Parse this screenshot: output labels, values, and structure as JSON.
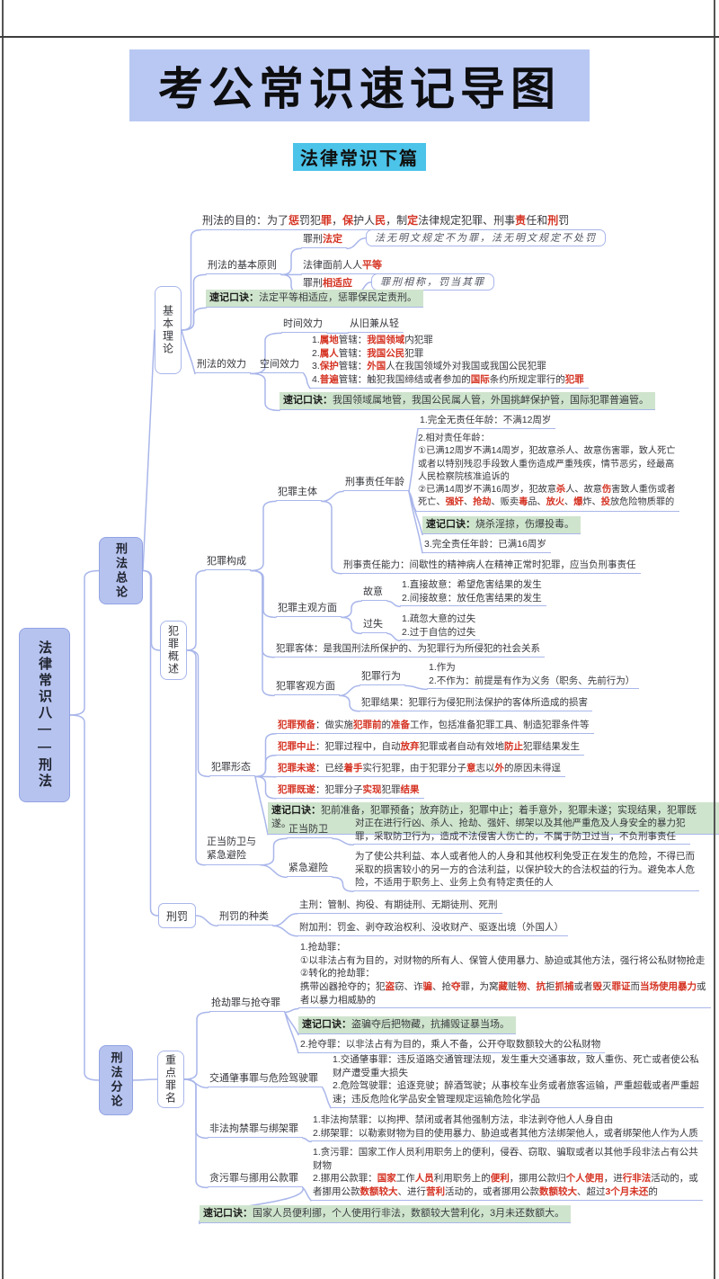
{
  "header": {
    "title": "考公常识速记导图",
    "subtitle": "法律常识下篇"
  },
  "colors": {
    "title_bg": "#b9c8f3",
    "subtitle_bg": "#4cc3e8",
    "node_fill": "#b6c3ef",
    "branch_line": "#a9b6ea",
    "mnemonic_bg": "#cfe4cd",
    "highlight_red": "#d53222"
  },
  "boxes": {
    "root": "法律常识八——刑法",
    "general": "刑法总论",
    "special": "刑法分论",
    "basic-theory": "基本理论",
    "crime-overview": "犯罪概述",
    "penalty": "刑罚",
    "key-crimes": "重点罪名"
  },
  "nodes": {
    "node-purpose": [
      {
        "t": "刑法的目的：为了"
      },
      {
        "t": "惩",
        "r": 1
      },
      {
        "t": "罚犯"
      },
      {
        "t": "罪",
        "r": 1
      },
      {
        "t": "，"
      },
      {
        "t": "保",
        "r": 1
      },
      {
        "t": "护人"
      },
      {
        "t": "民",
        "r": 1
      },
      {
        "t": "，制"
      },
      {
        "t": "定",
        "r": 1
      },
      {
        "t": "法律规定犯罪、刑事"
      },
      {
        "t": "责",
        "r": 1
      },
      {
        "t": "任和"
      },
      {
        "t": "刑",
        "r": 1
      },
      {
        "t": "罚"
      }
    ],
    "node-basic-principles": [
      {
        "t": "刑法的基本原则"
      }
    ],
    "node-legality-principle": [
      {
        "t": "罪刑"
      },
      {
        "t": "法定",
        "r": 1
      }
    ],
    "quote-legality": [
      {
        "t": "法无明文规定不为罪，法无明文规定不处罚"
      }
    ],
    "node-equality-principle": [
      {
        "t": "法律面前人人"
      },
      {
        "t": "平等",
        "r": 1
      }
    ],
    "node-proportionality-principle": [
      {
        "t": "罪刑"
      },
      {
        "t": "相适应",
        "r": 1
      }
    ],
    "quote-proportionality": [
      {
        "t": "罪刑相称，罚当其罪"
      }
    ],
    "mnemonic-principles": [
      {
        "t": "速记口诀：",
        "b": 1
      },
      {
        "t": "法定平等相适应，惩罪保民定责刑。"
      }
    ],
    "node-time-effect": [
      {
        "t": "时间效力"
      }
    ],
    "node-old-lenient": [
      {
        "t": "从旧兼从轻"
      }
    ],
    "node-effect-of-law": [
      {
        "t": "刑法的效力"
      }
    ],
    "node-space-effect": [
      {
        "t": "空间效力"
      }
    ],
    "list-jurisdiction": [
      {
        "t": "1."
      },
      {
        "t": "属地",
        "r": 1
      },
      {
        "t": "管辖："
      },
      {
        "t": "我国领域",
        "r": 1
      },
      {
        "t": "内犯罪\n2."
      },
      {
        "t": "属人",
        "r": 1
      },
      {
        "t": "管辖："
      },
      {
        "t": "我国公民",
        "r": 1
      },
      {
        "t": "犯罪\n3."
      },
      {
        "t": "保护",
        "r": 1
      },
      {
        "t": "管辖："
      },
      {
        "t": "外国",
        "r": 1
      },
      {
        "t": "人在我国领域外对我国或我国公民犯罪\n4."
      },
      {
        "t": "普遍",
        "r": 1
      },
      {
        "t": "管辖：触犯我国缔结或者参加的"
      },
      {
        "t": "国际",
        "r": 1
      },
      {
        "t": "条约所规定罪行的"
      },
      {
        "t": "犯罪",
        "r": 1
      }
    ],
    "mnemonic-jurisdiction": [
      {
        "t": "速记口诀：",
        "b": 1
      },
      {
        "t": "我国领域属地管，我国公民属人管，外国挑衅保护管，国际犯罪普遍管。"
      }
    ],
    "node-age-none": [
      {
        "t": "1.完全无责任年龄：不满12周岁"
      }
    ],
    "block-age-relative": [
      {
        "t": "2.相对责任年龄：\n①已满12周岁不满14周岁，犯故意杀人、故意伤害罪，致人死亡\n或者以特别残忍手段致人重伤造成严重残疾，情节恶劣，经最高\n人民检察院核准追诉的\n②已满14周岁不满16周岁，犯故意"
      },
      {
        "t": "杀",
        "r": 1
      },
      {
        "t": "人、故意"
      },
      {
        "t": "伤",
        "r": 1
      },
      {
        "t": "害致人重伤或者\n死亡、"
      },
      {
        "t": "强奸",
        "r": 1
      },
      {
        "t": "、"
      },
      {
        "t": "抢劫",
        "r": 1
      },
      {
        "t": "、贩卖"
      },
      {
        "t": "毒",
        "r": 1
      },
      {
        "t": "品、"
      },
      {
        "t": "放火",
        "r": 1
      },
      {
        "t": "、"
      },
      {
        "t": "爆",
        "r": 1
      },
      {
        "t": "炸、"
      },
      {
        "t": "投",
        "r": 1
      },
      {
        "t": "放危险物质罪的"
      }
    ],
    "node-crime-subject": [
      {
        "t": "犯罪主体"
      }
    ],
    "node-criminal-age": [
      {
        "t": "刑事责任年龄"
      }
    ],
    "mnemonic-age": [
      {
        "t": "速记口诀：",
        "b": 1
      },
      {
        "t": "烧杀淫掠，伤爆投毒。"
      }
    ],
    "node-age-full": [
      {
        "t": "3.完全责任年龄：已满16周岁"
      }
    ],
    "node-criminal-capacity": [
      {
        "t": "刑事责任能力：间歇性的精神病人在精神正常时犯罪，应当负刑事责任"
      }
    ],
    "node-crime-elements": [
      {
        "t": "犯罪构成"
      }
    ],
    "node-subjective-aspect": [
      {
        "t": "犯罪主观方面"
      }
    ],
    "node-intent": [
      {
        "t": "故意"
      }
    ],
    "list-intent": [
      {
        "t": "1.直接故意：希望危害结果的发生\n2.间接故意：放任危害结果的发生"
      }
    ],
    "node-negligence": [
      {
        "t": "过失"
      }
    ],
    "list-negligence": [
      {
        "t": "1.疏忽大意的过失\n2.过于自信的过失"
      }
    ],
    "node-crime-object": [
      {
        "t": "犯罪客体：是我国刑法所保护的、为犯罪行为所侵犯的社会关系"
      }
    ],
    "node-objective-aspect": [
      {
        "t": "犯罪客观方面"
      }
    ],
    "node-criminal-act": [
      {
        "t": "犯罪行为"
      }
    ],
    "list-criminal-act": [
      {
        "t": "1.作为\n2.不作为：前提是有作为义务（职务、先前行为）"
      }
    ],
    "node-criminal-result": [
      {
        "t": "犯罪结果：犯罪行为侵犯刑法保护的客体所造成的损害"
      }
    ],
    "node-preparation": [
      {
        "t": "犯罪预备",
        "r": 1
      },
      {
        "t": "：做实施"
      },
      {
        "t": "犯罪前",
        "r": 1
      },
      {
        "t": "的"
      },
      {
        "t": "准备",
        "r": 1
      },
      {
        "t": "工作，包括准备犯罪工具、制造犯罪条件等"
      }
    ],
    "node-discontinuation": [
      {
        "t": "犯罪中止",
        "r": 1
      },
      {
        "t": "：犯罪过程中，自动"
      },
      {
        "t": "放弃",
        "r": 1
      },
      {
        "t": "犯罪或者自动有效地"
      },
      {
        "t": "防止",
        "r": 1
      },
      {
        "t": "犯罪结果发生"
      }
    ],
    "node-attempt": [
      {
        "t": "犯罪未遂",
        "r": 1
      },
      {
        "t": "：已经"
      },
      {
        "t": "着手",
        "r": 1
      },
      {
        "t": "实行犯罪，由于犯罪分子"
      },
      {
        "t": "意",
        "r": 1
      },
      {
        "t": "志以"
      },
      {
        "t": "外",
        "r": 1
      },
      {
        "t": "的原因未得逞"
      }
    ],
    "node-crime-forms": [
      {
        "t": "犯罪形态"
      }
    ],
    "node-accomplishment": [
      {
        "t": "犯罪既遂",
        "r": 1
      },
      {
        "t": "：犯罪分子"
      },
      {
        "t": "实现",
        "r": 1
      },
      {
        "t": "犯罪"
      },
      {
        "t": "结果",
        "r": 1
      }
    ],
    "mnemonic-crime-forms": [
      {
        "t": "速记口诀：",
        "b": 1
      },
      {
        "t": "犯前准备，犯罪预备；放弃防止，犯罪中止；着手意外，犯罪未遂；实现结果，犯罪既遂。"
      }
    ],
    "node-defense-necessity": [
      {
        "t": "正当防卫与\n紧急避险"
      }
    ],
    "node-justifiable-defense": [
      {
        "t": "正当防卫"
      }
    ],
    "block-justifiable-defense": [
      {
        "t": "对正在进行行凶、杀人、抢劫、强奸、绑架以及其他严重危及人身安全的暴力犯\n罪，采取防卫行为，造成不法侵害人伤亡的，不属于防卫过当，不负刑事责任"
      }
    ],
    "node-emergency-avoidance": [
      {
        "t": "紧急避险"
      }
    ],
    "block-emergency-avoidance": [
      {
        "t": "为了使公共利益、本人或者他人的人身和其他权利免受正在发生的危险，不得已而\n采取的损害较小的另一方的合法利益，以保护较大的合法权益的行为。避免本人危\n险，不适用于职务上、业务上负有特定责任的人"
      }
    ],
    "node-penalty-types": [
      {
        "t": "刑罚的种类"
      }
    ],
    "node-principal-penalties": [
      {
        "t": "主刑：管制、拘役、有期徒刑、无期徒刑、死刑"
      }
    ],
    "node-supplementary-penalties": [
      {
        "t": "附加刑：罚金、剥夺政治权利、没收财产、驱逐出境（外国人）"
      }
    ],
    "node-robbery-snatch": [
      {
        "t": "抢劫罪与抢夺罪"
      }
    ],
    "block-robbery": [
      {
        "t": "1.抢劫罪：\n①以非法占有为目的，对财物的所有人、保管人使用暴力、胁迫或其他方法，强行将公私财物抢走\n②转化的抢劫罪：\n携带凶器抢夺的；犯"
      },
      {
        "t": "盗",
        "r": 1
      },
      {
        "t": "窃、诈"
      },
      {
        "t": "骗",
        "r": 1
      },
      {
        "t": "、抢"
      },
      {
        "t": "夺",
        "r": 1
      },
      {
        "t": "罪，为窝"
      },
      {
        "t": "藏",
        "r": 1
      },
      {
        "t": "赃"
      },
      {
        "t": "物",
        "r": 1
      },
      {
        "t": "、"
      },
      {
        "t": "抗",
        "r": 1
      },
      {
        "t": "拒"
      },
      {
        "t": "抓捕",
        "r": 1
      },
      {
        "t": "或者"
      },
      {
        "t": "毁",
        "r": 1
      },
      {
        "t": "灭"
      },
      {
        "t": "罪证",
        "r": 1
      },
      {
        "t": "而"
      },
      {
        "t": "当场使用暴力",
        "r": 1
      },
      {
        "t": "或\n者以暴力相威胁的"
      }
    ],
    "mnemonic-robbery": [
      {
        "t": "速记口诀：",
        "b": 1
      },
      {
        "t": "盗骗夺后把物藏，抗捕毁证暴当场。"
      }
    ],
    "node-snatch": [
      {
        "t": "2.抢夺罪：以非法占有为目的，乘人不备，公开夺取数额较大的公私财物"
      }
    ],
    "node-traffic-crimes": [
      {
        "t": "交通肇事罪与危险驾驶罪"
      }
    ],
    "block-traffic-crimes": [
      {
        "t": "1.交通肇事罪：违反道路交通管理法规，发生重大交通事故，致人重伤、死亡或者使公私\n财产遭受重大损失\n2.危险驾驶罪：追逐竞驶；醉酒驾驶；从事校车业务或者旅客运输，严重超载或者严重超\n速；违反危险化学品安全管理规定运输危险化学品"
      }
    ],
    "node-detention-kidnap": [
      {
        "t": "非法拘禁罪与绑架罪"
      }
    ],
    "block-detention-kidnap": [
      {
        "t": "1.非法拘禁罪：以拘押、禁闭或者其他强制方法，非法剥夺他人人身自由\n2.绑架罪：以勒索财物为目的使用暴力、胁迫或者其他方法绑架他人，或者绑架他人作为人质"
      }
    ],
    "node-corruption-embezzle": [
      {
        "t": "贪污罪与挪用公款罪"
      }
    ],
    "block-corruption-embezzle": [
      {
        "t": "1.贪污罪：国家工作人员利用职务上的便利，侵吞、窃取、骗取或者以其他手段非法占有公共\n财物\n2.挪用公款罪："
      },
      {
        "t": "国家",
        "r": 1
      },
      {
        "t": "工作"
      },
      {
        "t": "人员",
        "r": 1
      },
      {
        "t": "利用职务上的"
      },
      {
        "t": "便利",
        "r": 1
      },
      {
        "t": "，挪用公款归"
      },
      {
        "t": "个人使用",
        "r": 1
      },
      {
        "t": "，进"
      },
      {
        "t": "行非法",
        "r": 1
      },
      {
        "t": "活动的，或\n者挪用公款"
      },
      {
        "t": "数额较大",
        "r": 1
      },
      {
        "t": "、进行"
      },
      {
        "t": "营利",
        "r": 1
      },
      {
        "t": "活动的，或者挪用公款"
      },
      {
        "t": "数额较大",
        "r": 1
      },
      {
        "t": "、超过"
      },
      {
        "t": "3个月未还",
        "r": 1
      },
      {
        "t": "的"
      }
    ],
    "mnemonic-embezzle": [
      {
        "t": "速记口诀：",
        "b": 1
      },
      {
        "t": "国家人员便利挪，个人使用行非法，数额较大营利化，3月未还数额大。"
      }
    ]
  }
}
